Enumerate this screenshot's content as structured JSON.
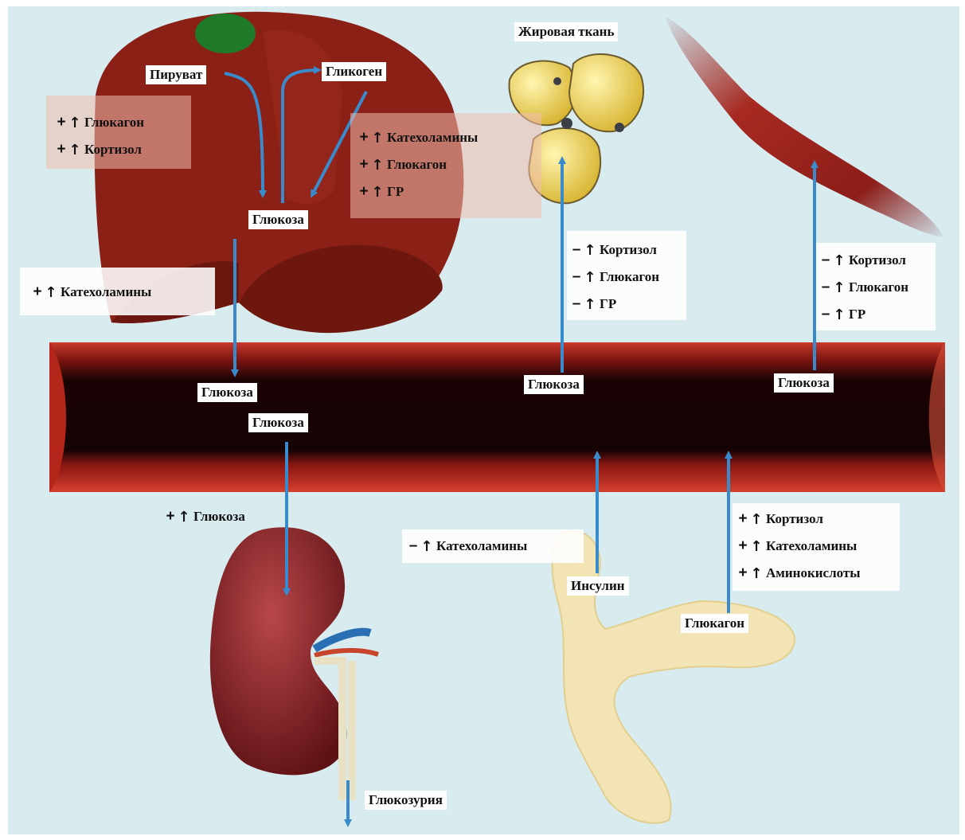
{
  "organs": {
    "liver": {
      "piruvat": "Пируват",
      "glikogen": "Гликоген",
      "glyukoza": "Глюкоза",
      "left_regulators": [
        {
          "sign": "+",
          "name": "Глюкагон"
        },
        {
          "sign": "+",
          "name": "Кортизол"
        }
      ],
      "right_regulators": [
        {
          "sign": "+",
          "name": "Катехоламины"
        },
        {
          "sign": "+",
          "name": "Глюкагон"
        },
        {
          "sign": "+",
          "name": "ГР"
        }
      ],
      "outflow_regulator": {
        "sign": "+",
        "name": "Катехоламины"
      }
    },
    "adipose": {
      "title": "Жировая ткань",
      "regulators": [
        {
          "sign": "–",
          "name": "Кортизол"
        },
        {
          "sign": "–",
          "name": "Глюкагон"
        },
        {
          "sign": "–",
          "name": "ГР"
        }
      ]
    },
    "muscle": {
      "regulators": [
        {
          "sign": "–",
          "name": "Кортизол"
        },
        {
          "sign": "–",
          "name": "Глюкагон"
        },
        {
          "sign": "–",
          "name": "ГР"
        }
      ]
    },
    "vessel": {
      "glucose_in_liver": "Глюкоза",
      "glucose_out_kidney": "Глюкоза",
      "glucose_adipose": "Глюкоза",
      "glucose_muscle": "Глюкоза"
    },
    "kidney": {
      "regulator": {
        "sign": "+",
        "name": "Глюкоза"
      },
      "output": "Глюкозурия"
    },
    "pancreas": {
      "insulin": "Инсулин",
      "glucagon": "Глюкагон",
      "insulin_regulator": {
        "sign": "–",
        "name": "Катехоламины"
      },
      "glucagon_regulators": [
        {
          "sign": "+",
          "name": "Кортизол"
        },
        {
          "sign": "+",
          "name": "Катехоламины"
        },
        {
          "sign": "+",
          "name": "Аминокислоты"
        }
      ]
    }
  },
  "colors": {
    "background": "#d8ebee",
    "liver": "#8b2017",
    "gallbladder": "#1f7a2a",
    "vessel_outer": "#b5261a",
    "vessel_inner": "#140304",
    "fat": "#f2dd62",
    "kidney": "#7c1a1c",
    "pancreas": "#f3e4b5",
    "arrow": "#3a8bcc"
  },
  "icons": {
    "arrow": "blue-flow-arrow",
    "increase": "up-arrow-icon"
  }
}
